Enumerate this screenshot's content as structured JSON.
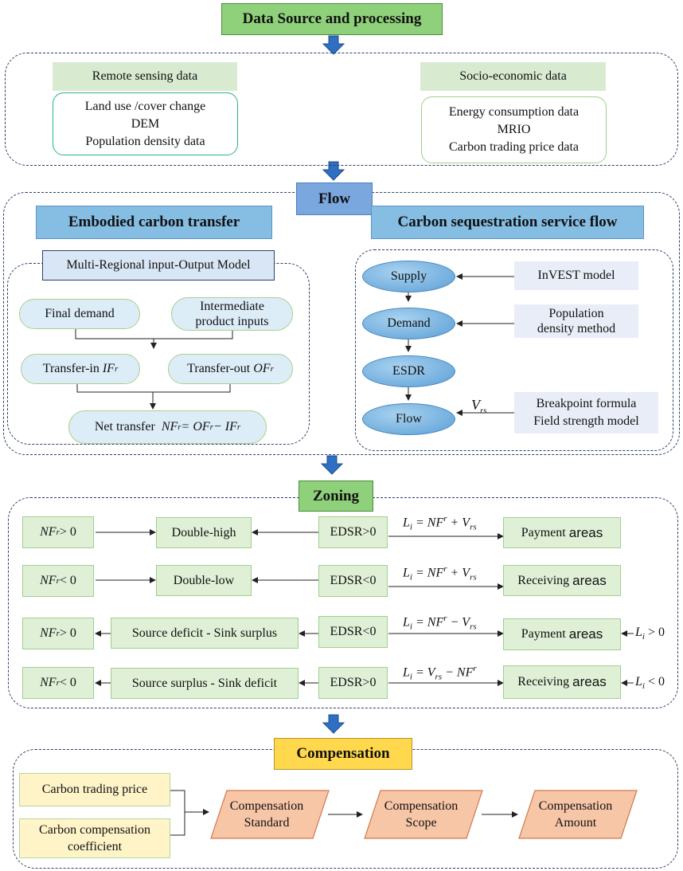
{
  "header": {
    "title": "Data Source and processing"
  },
  "data_sources": {
    "remote": {
      "title": "Remote sensing data",
      "items": [
        "Land use /cover change",
        "DEM",
        "Population density data"
      ]
    },
    "socio": {
      "title": "Socio-economic data",
      "items": [
        "Energy consumption data",
        "MRIO",
        "Carbon trading price data"
      ]
    }
  },
  "flow": {
    "title": "Flow",
    "embodied": {
      "title": "Embodied carbon transfer",
      "model": "Multi-Regional input-Output Model",
      "final_demand": "Final demand",
      "intermediate": [
        "Intermediate",
        "product inputs"
      ],
      "transfer_in": "Transfer-in",
      "transfer_in_sym": "IF",
      "transfer_out": "Transfer-out",
      "transfer_out_sym": "OF",
      "sup_r": "r",
      "net_transfer": "Net transfer",
      "net_formula": {
        "a": "NF",
        "eq": " = OF",
        "minus": " − IF"
      }
    },
    "service": {
      "title": "Carbon sequestration service flow",
      "ovals": [
        "Supply",
        "Demand",
        "ESDR",
        "Flow"
      ],
      "methods": [
        "InVEST model",
        [
          "Population",
          "density method"
        ],
        [
          "Breakpoint formula",
          "Field strength model"
        ]
      ],
      "v_main": "V",
      "v_sub": "rs"
    }
  },
  "zoning": {
    "title": "Zoning",
    "rows": [
      {
        "left": {
          "sym": "NF",
          "rel": " > 0"
        },
        "mid": "Double-high",
        "edsr": "EDSR>0",
        "formula": {
          "l": "L",
          "lsub": "i",
          "rhs1": " = NF",
          "op": " + V",
          "vsub": "rs",
          "order": "nf-v"
        },
        "area": "Payment",
        "area_word": "areas"
      },
      {
        "left": {
          "sym": "NF",
          "rel": " < 0"
        },
        "mid": "Double-low",
        "edsr": "EDSR<0",
        "formula": {
          "l": "L",
          "lsub": "i",
          "rhs1": " = NF",
          "op": " + V",
          "vsub": "rs",
          "order": "nf-v"
        },
        "area": "Receiving",
        "area_word": "areas"
      },
      {
        "left": {
          "sym": "NF",
          "rel": " > 0"
        },
        "mid": "Source deficit - Sink surplus",
        "edsr": "EDSR<0",
        "formula": {
          "l": "L",
          "lsub": "i",
          "rhs1": " = NF",
          "op": " − V",
          "vsub": "rs",
          "order": "nf-v"
        },
        "area": "Payment",
        "area_word": "areas",
        "cond": {
          "l": "L",
          "lsub": "i",
          "rel": " > 0"
        }
      },
      {
        "left": {
          "sym": "NF",
          "rel": " < 0"
        },
        "mid": "Source surplus - Sink deficit",
        "edsr": "EDSR>0",
        "formula": {
          "l": "L",
          "lsub": "i",
          "rhs1": " = V",
          "op": " − NF",
          "vsub": "rs",
          "order": "v-nf"
        },
        "area": "Receiving",
        "area_word": "areas",
        "cond": {
          "l": "L",
          "lsub": "i",
          "rel": " < 0"
        }
      }
    ]
  },
  "compensation": {
    "title": "Compensation",
    "inputs": [
      "Carbon trading price",
      [
        "Carbon compensation",
        "coefficient"
      ]
    ],
    "steps": [
      [
        "Compensation",
        "Standard"
      ],
      [
        "Compensation",
        "Scope"
      ],
      [
        "Compensation",
        "Amount"
      ]
    ]
  },
  "colors": {
    "dash_border": "#2b3f66",
    "arrow_blue": "#2f6fc1",
    "green_header": "#8fd17a",
    "flow_header": "#7aa7de",
    "yellow_header": "#ffd84d",
    "orange_step": "#f7c6a7"
  }
}
